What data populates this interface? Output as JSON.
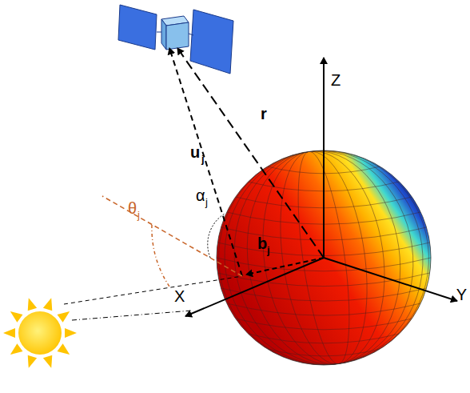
{
  "diagram": {
    "labels": [
      "u",
      "j",
      "r",
      "α",
      "j",
      "θ",
      "j",
      "b",
      "j",
      "Z",
      "X",
      "Y"
    ]
  }
}
